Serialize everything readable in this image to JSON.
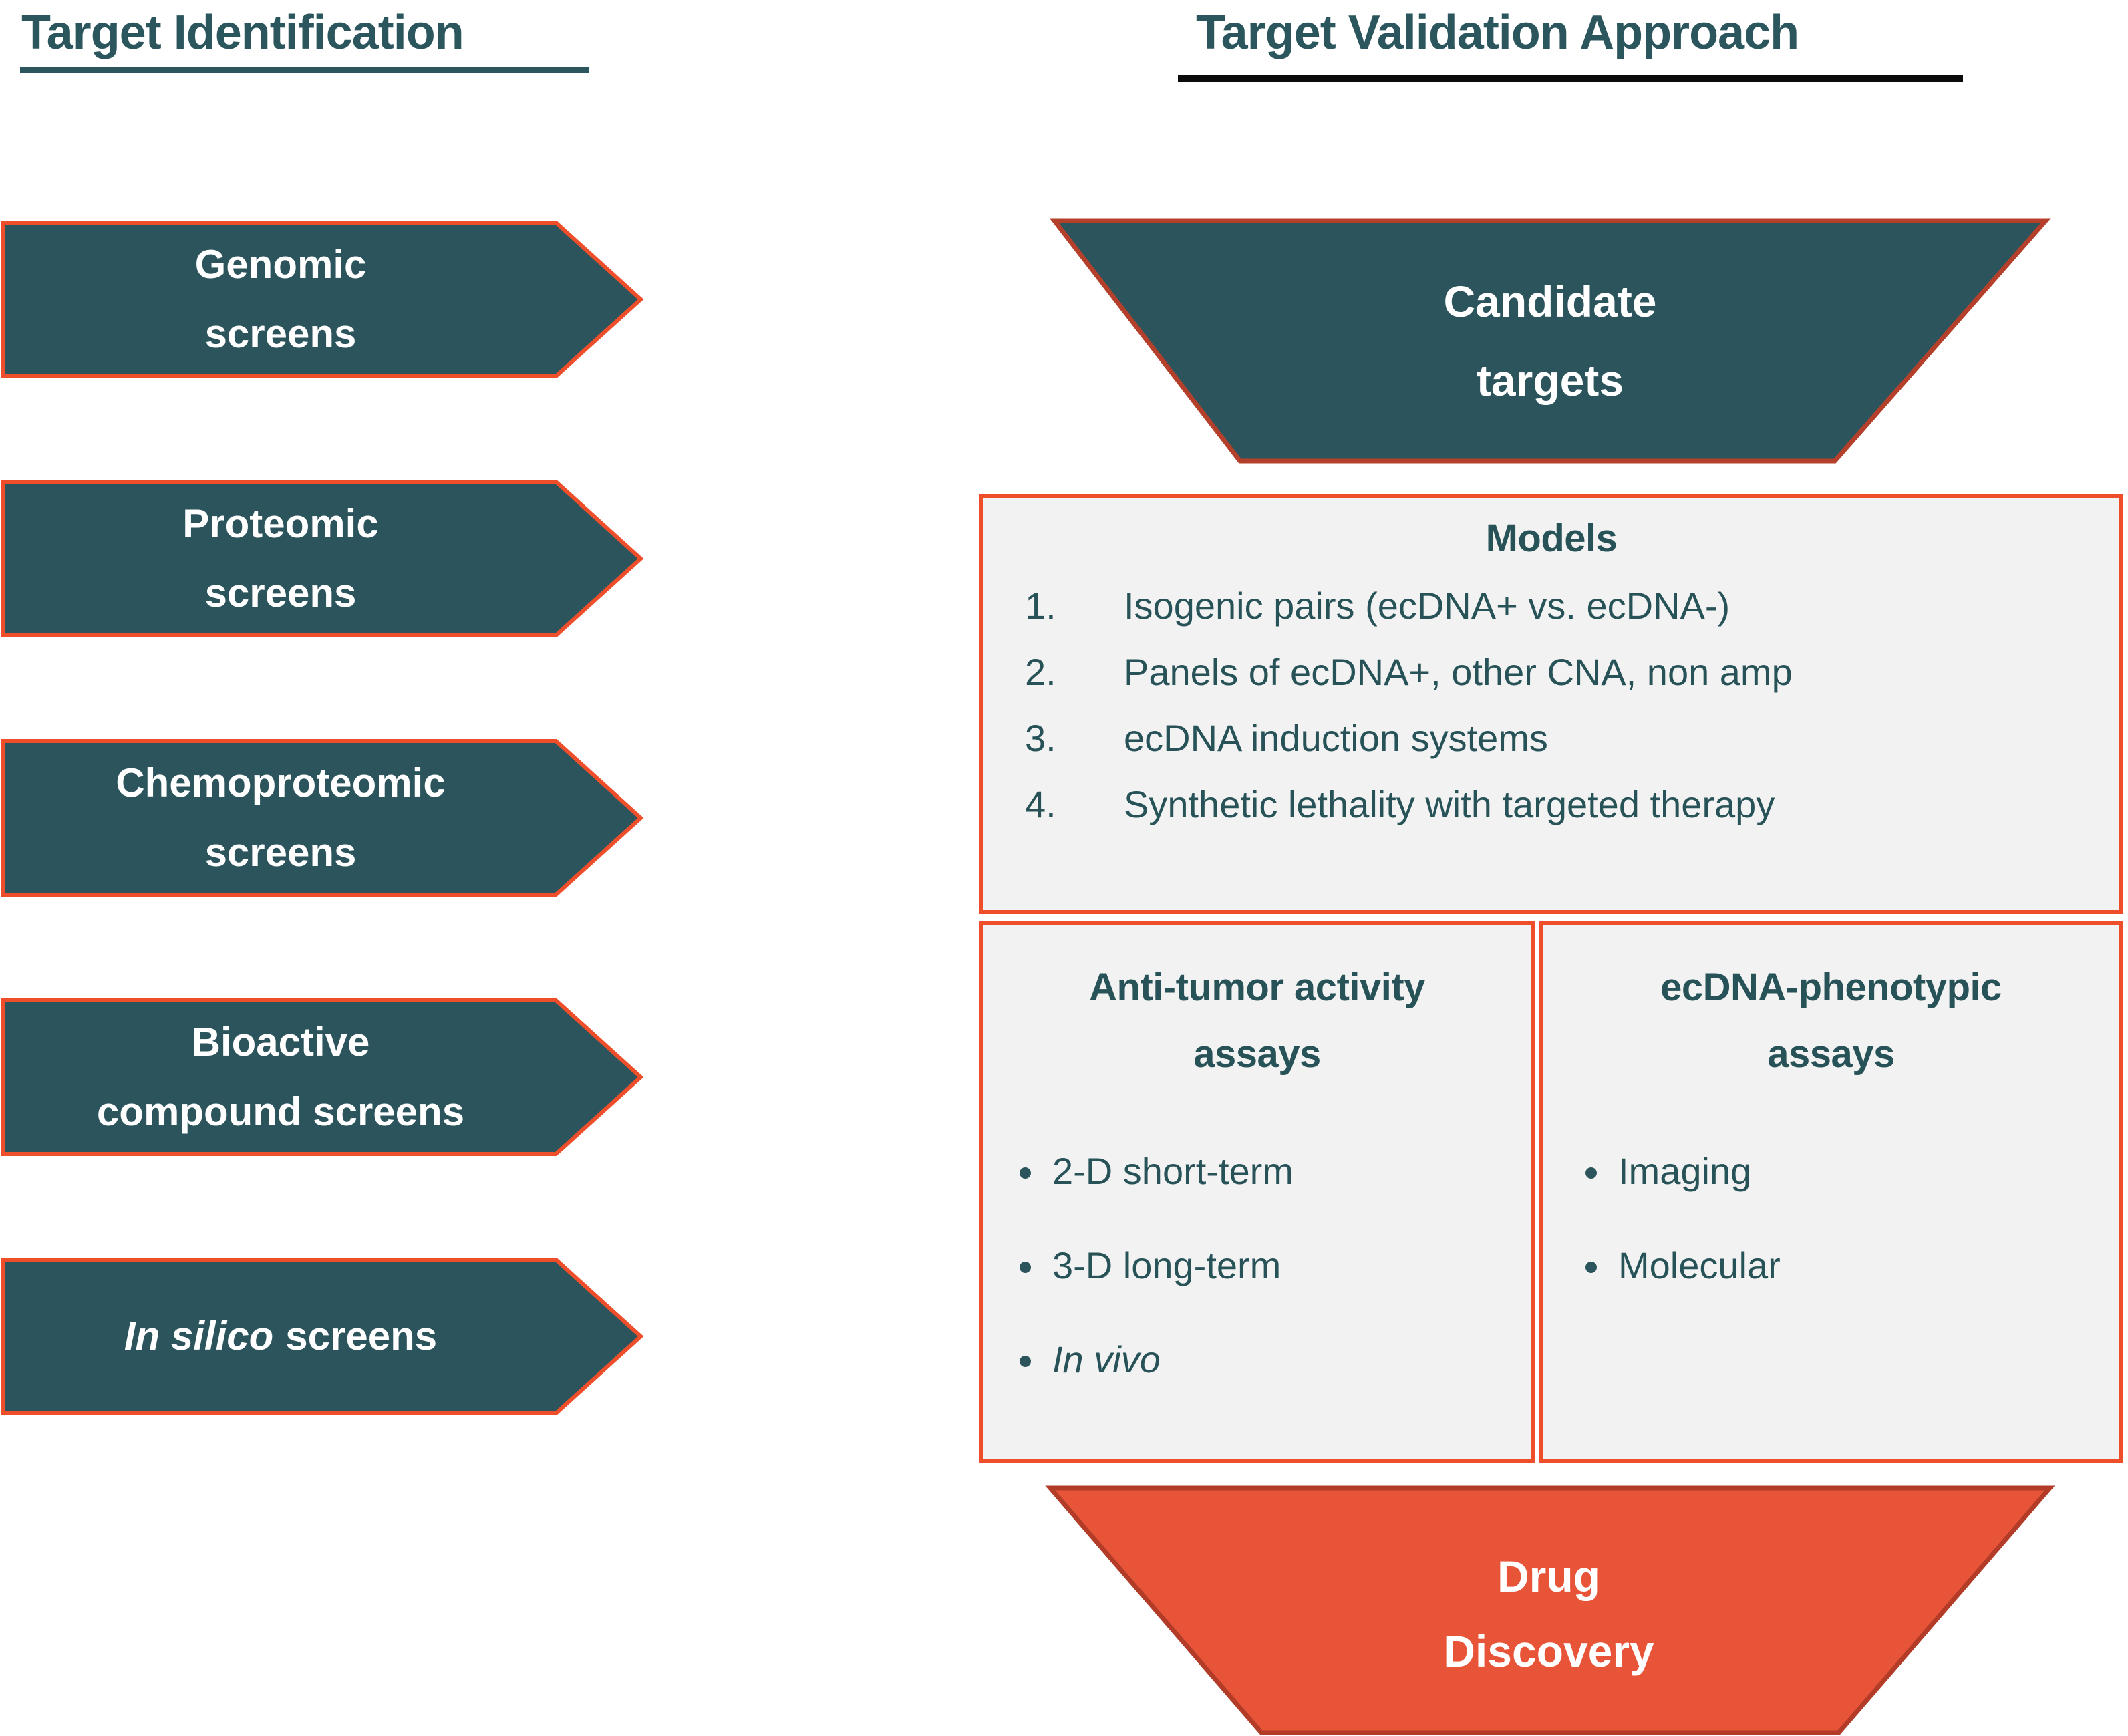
{
  "colors": {
    "teal": "#2C545C",
    "teal_text": "#275257",
    "orange_border": "#EE4E2A",
    "orange_fill": "#E85438",
    "dark_red_border": "#B4402B",
    "panel_bg": "#F2F2F2",
    "underline_left": "#2B565D",
    "underline_right": "#000000",
    "label_text": "#FFFFFF"
  },
  "left": {
    "title": "Target Identification",
    "arrows": [
      {
        "line1": "Genomic",
        "line2": "screens"
      },
      {
        "line1": "Proteomic",
        "line2": "screens"
      },
      {
        "line1": "Chemoproteomic",
        "line2": "screens"
      },
      {
        "line1": "Bioactive",
        "line2": "compound screens"
      },
      {
        "italic_part": "In silico",
        "normal_part": "screens"
      }
    ]
  },
  "right": {
    "title": "Target Validation Approach",
    "funnel_top": {
      "line1": "Candidate",
      "line2": "targets"
    },
    "models": {
      "heading": "Models",
      "items": [
        {
          "num": "1.",
          "text": "Isogenic pairs (ecDNA+ vs. ecDNA-)"
        },
        {
          "num": "2.",
          "text": "Panels of ecDNA+, other CNA, non amp"
        },
        {
          "num": "3.",
          "text": "ecDNA induction systems"
        },
        {
          "num": "4.",
          "text": "Synthetic lethality with targeted therapy"
        }
      ]
    },
    "assays_left": {
      "heading_line1": "Anti-tumor activity",
      "heading_line2": "assays",
      "bullets": [
        "2-D short-term",
        "3-D long-term"
      ],
      "bullet_italic": "In vivo"
    },
    "assays_right": {
      "heading_line1": "ecDNA-phenotypic",
      "heading_line2": "assays",
      "bullets": [
        "Imaging",
        "Molecular"
      ]
    },
    "funnel_bottom": {
      "line1": "Drug",
      "line2": "Discovery"
    }
  }
}
